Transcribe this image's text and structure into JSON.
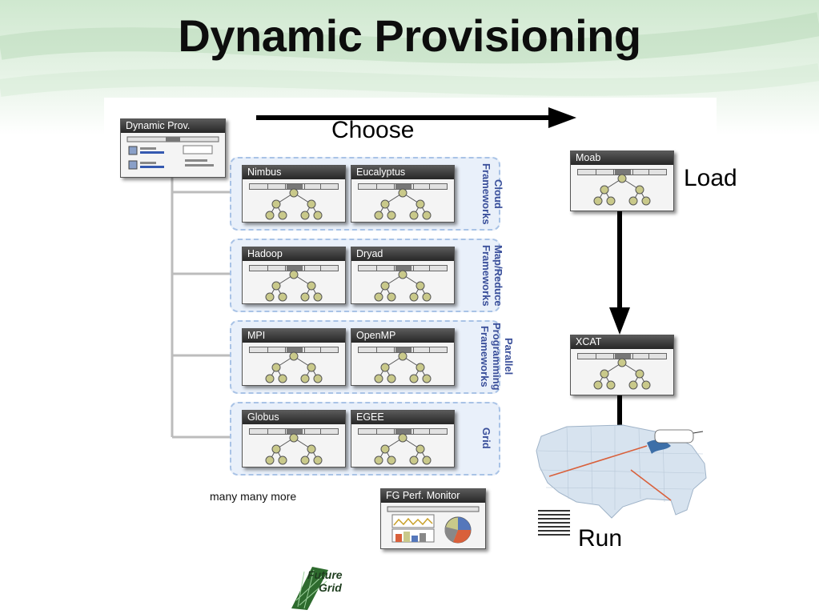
{
  "slide": {
    "title": "Dynamic Provisioning",
    "choose_label": "Choose",
    "load_label": "Load",
    "run_label": "Run",
    "more_label": "many many more"
  },
  "dynamic_prov": {
    "title": "Dynamic Prov."
  },
  "groups": [
    {
      "label_lines": [
        "Cloud",
        "Frameworks"
      ],
      "windows": [
        "Nimbus",
        "Eucalyptus"
      ]
    },
    {
      "label_lines": [
        "Map/Reduce",
        "Frameworks"
      ],
      "windows": [
        "Hadoop",
        "Dryad"
      ]
    },
    {
      "label_lines": [
        "Parallel",
        "Programming",
        "Frameworks"
      ],
      "windows": [
        "MPI",
        "OpenMP"
      ]
    },
    {
      "label_lines": [
        "Grid"
      ],
      "windows": [
        "Globus",
        "EGEE"
      ]
    }
  ],
  "pipeline": {
    "moab": "Moab",
    "xcat": "XCAT"
  },
  "monitor": {
    "title": "FG Perf. Monitor"
  },
  "logo": {
    "line1": "Future",
    "line2": "Grid"
  },
  "colors": {
    "group_border": "#a9c3e6",
    "group_fill": "#e9f0fa",
    "group_label": "#3a4f9a",
    "node_fill": "#c9c98a",
    "window_bar": "#2b2b2b",
    "map_orange": "#d9603b"
  }
}
